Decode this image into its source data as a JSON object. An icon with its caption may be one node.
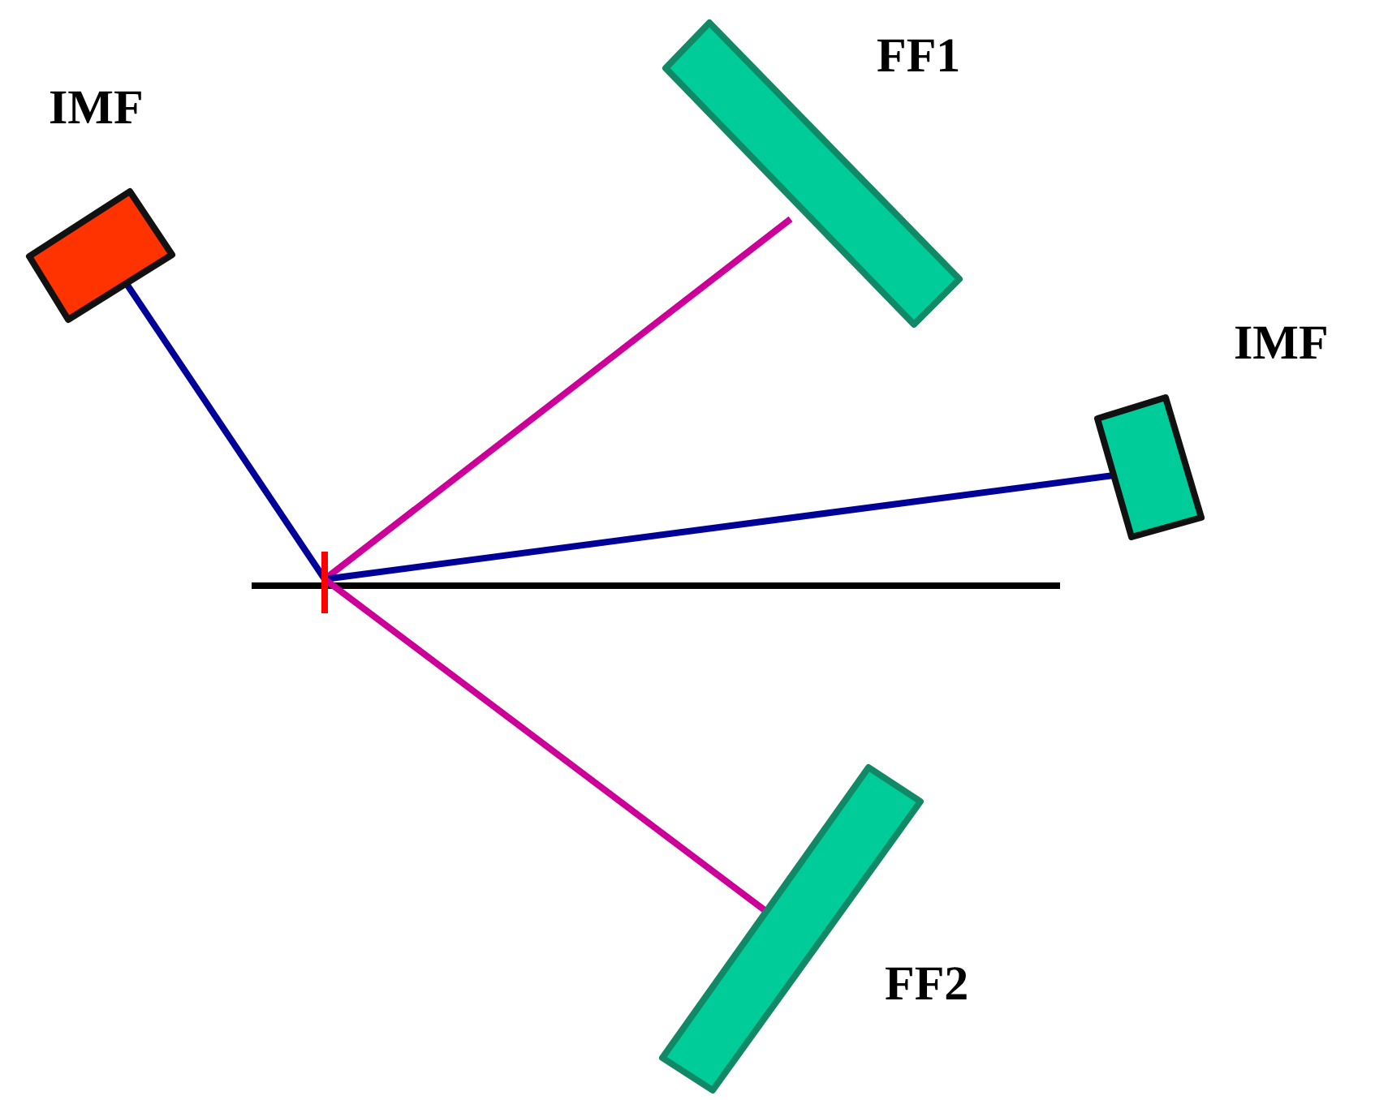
{
  "diagram": {
    "nodes": [
      {
        "text": [
          "IMF"
        ]
      },
      {
        "text": [
          "FF1"
        ]
      },
      {
        "text": [
          "IMF"
        ]
      },
      {
        "text": [
          "FF2"
        ]
      },
      {
        "text": [],
        "shape": "bar"
      }
    ],
    "edges": [
      {
        "from": 4,
        "to": 0,
        "arrow": "none",
        "color": "#000099"
      },
      {
        "from": 4,
        "to": 1,
        "arrow": "none",
        "color": "#cc0099"
      },
      {
        "from": 4,
        "to": 2,
        "arrow": "none",
        "color": "#000099"
      },
      {
        "from": 4,
        "to": 3,
        "arrow": "none",
        "color": "#cc0099"
      }
    ]
  }
}
